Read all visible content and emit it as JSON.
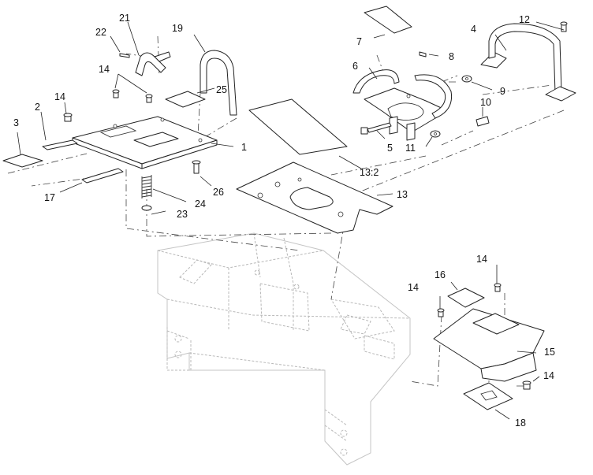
{
  "callouts": {
    "c1": "1",
    "c2": "2",
    "c3": "3",
    "c4": "4",
    "c5": "5",
    "c6": "6",
    "c7": "7",
    "c8": "8",
    "c9": "9",
    "c10": "10",
    "c11": "11",
    "c12": "12",
    "c13": "13",
    "c13_2": "13:2",
    "c14a": "14",
    "c14b": "14",
    "c14c": "14",
    "c14d": "14",
    "c14e": "14",
    "c15": "15",
    "c16": "16",
    "c17": "17",
    "c18": "18",
    "c19": "19",
    "c21": "21",
    "c22": "22",
    "c23": "23",
    "c24": "24",
    "c25": "25",
    "c26": "26"
  }
}
